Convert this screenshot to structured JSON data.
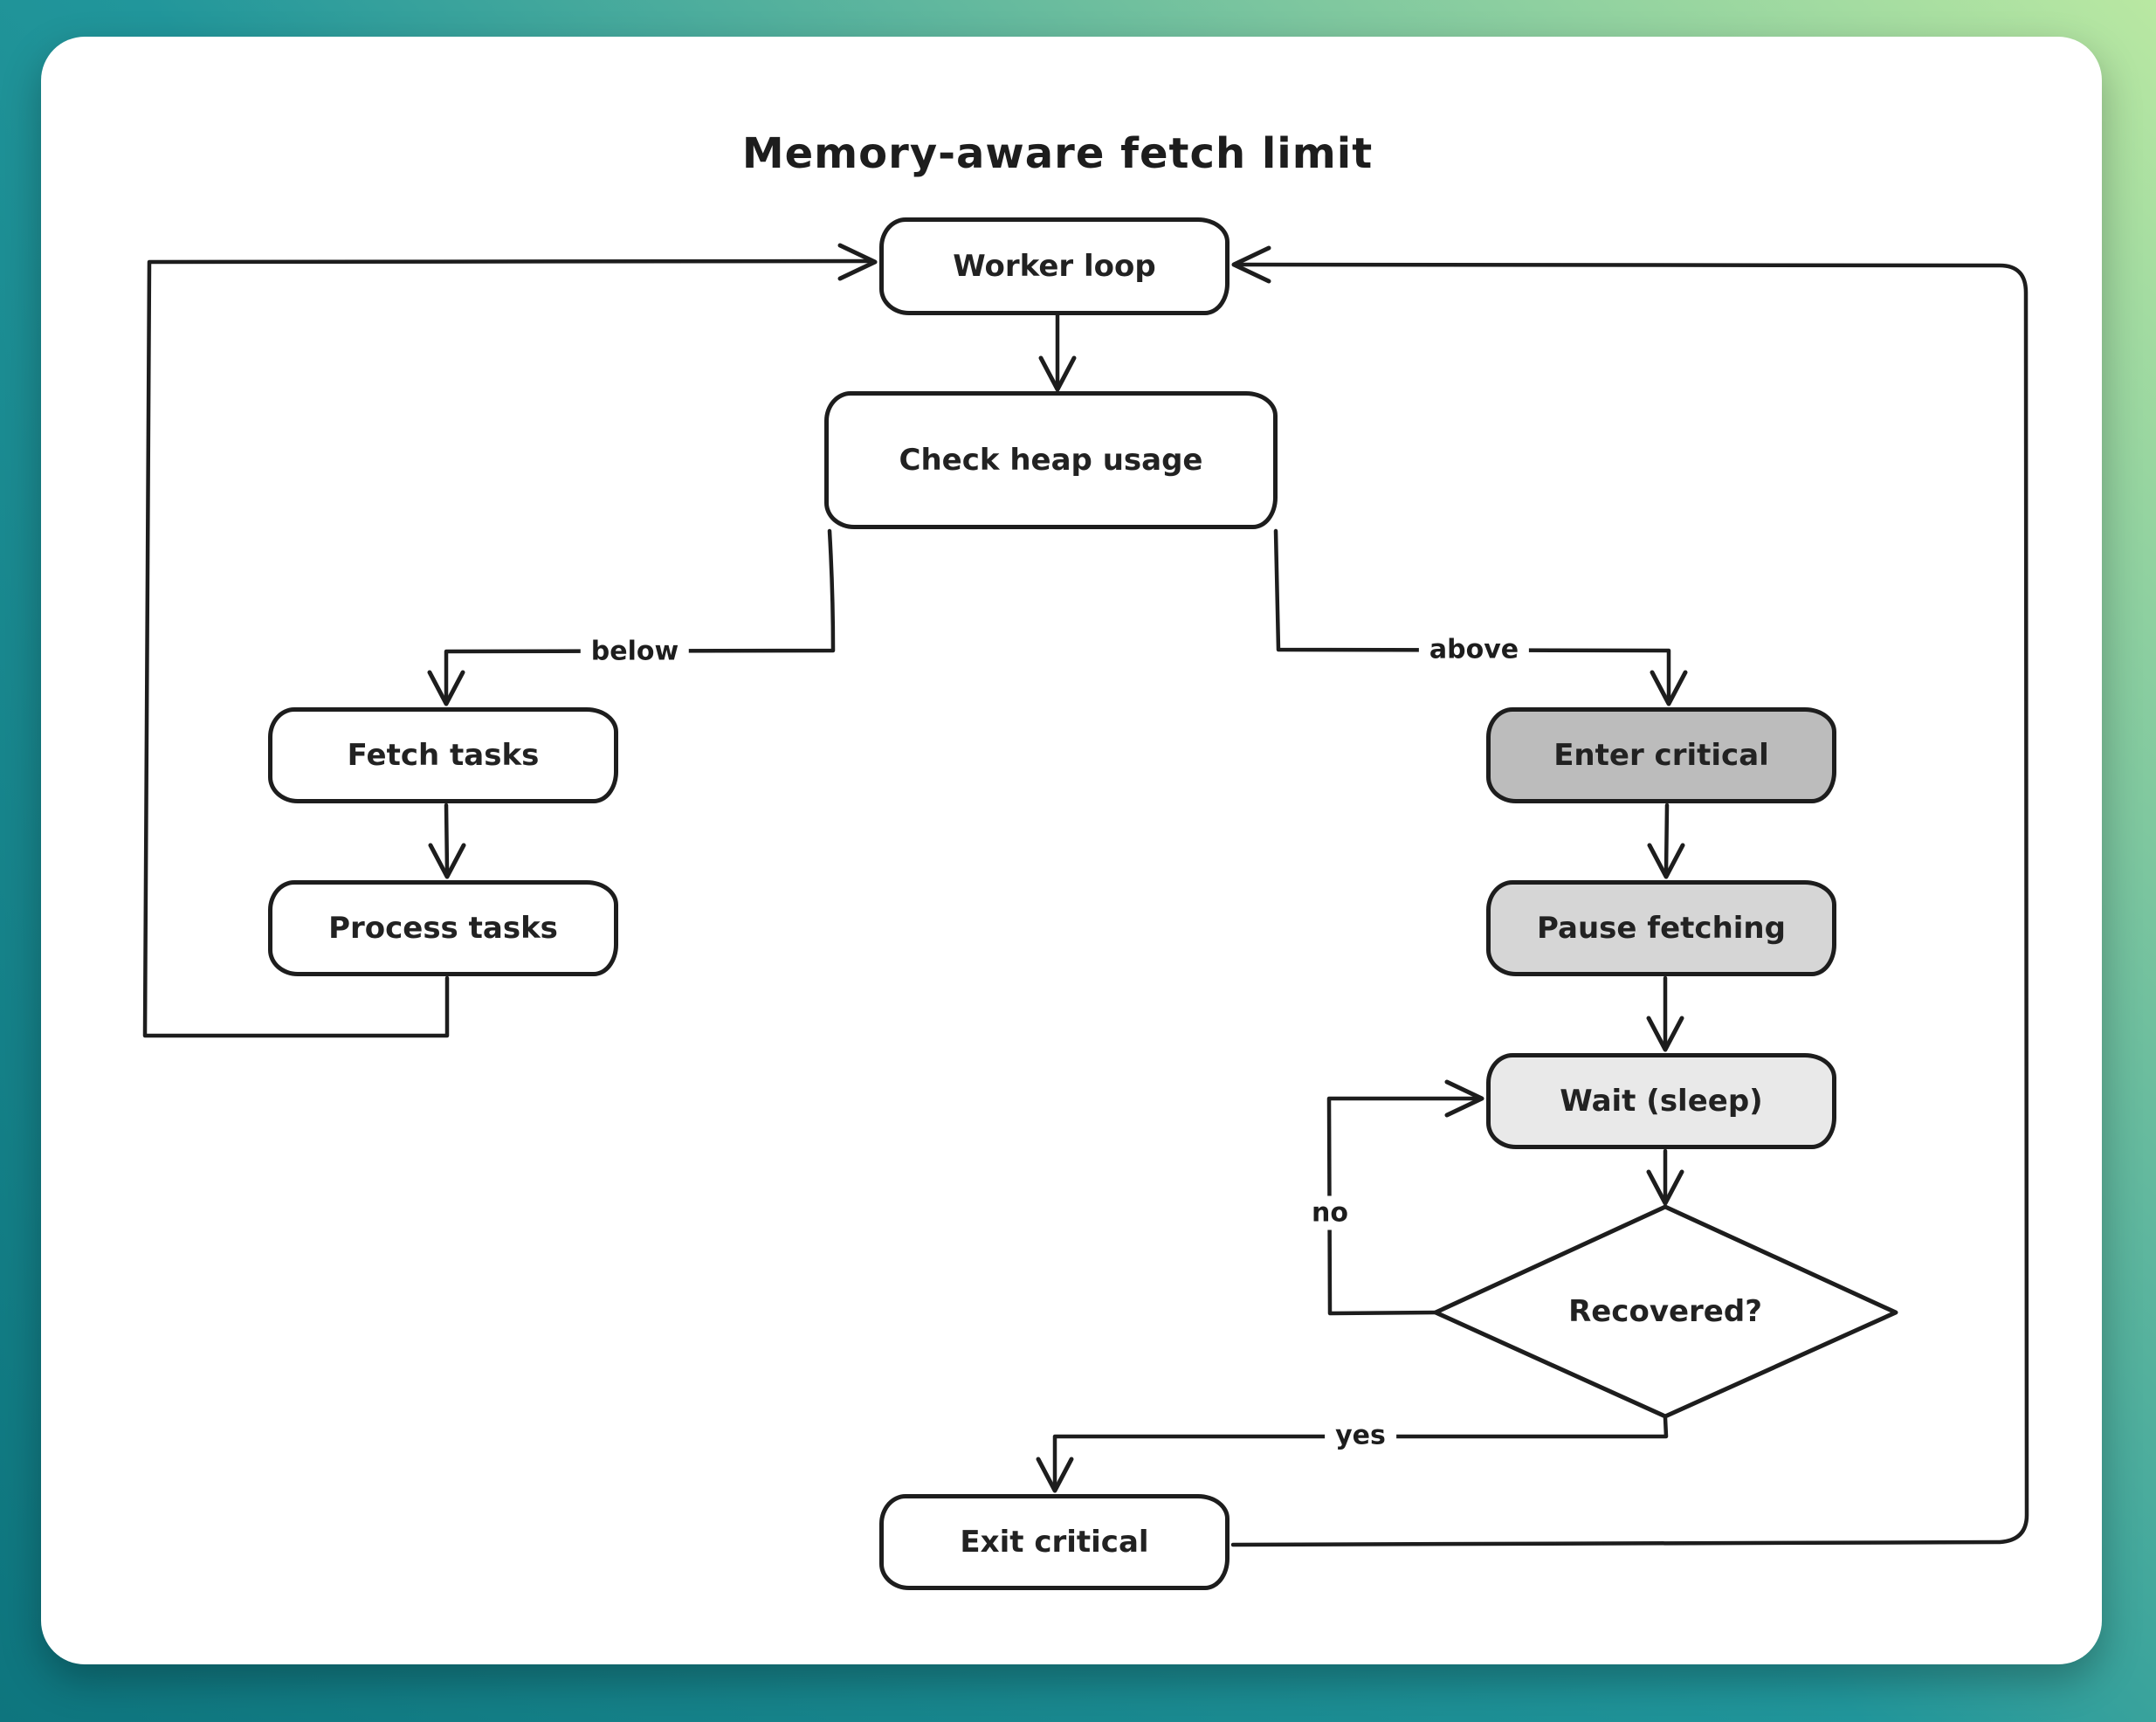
{
  "title": "Memory-aware fetch limit",
  "nodes": {
    "worker_loop": {
      "label": "Worker loop",
      "fill": "#ffffff"
    },
    "check_heap": {
      "label": "Check heap usage",
      "fill": "#ffffff"
    },
    "fetch_tasks": {
      "label": "Fetch tasks",
      "fill": "#ffffff"
    },
    "process_tasks": {
      "label": "Process tasks",
      "fill": "#ffffff"
    },
    "enter_critical": {
      "label": "Enter critical",
      "fill": "#bcbcbc"
    },
    "pause_fetching": {
      "label": "Pause fetching",
      "fill": "#d6d6d6"
    },
    "wait_sleep": {
      "label": "Wait (sleep)",
      "fill": "#e9e9e9"
    },
    "recovered": {
      "label": "Recovered?",
      "fill": "#ffffff"
    },
    "exit_critical": {
      "label": "Exit critical",
      "fill": "#ffffff"
    }
  },
  "edge_labels": {
    "below": "below",
    "above": "above",
    "no": "no",
    "yes": "yes"
  },
  "colors": {
    "stroke": "#1d1d1d",
    "card_background": "#ffffff",
    "background_teal_dark": "#0e757e",
    "background_teal": "#21969b",
    "background_green": "#b9e8a2",
    "enter_critical_fill": "#bcbcbc",
    "pause_fetching_fill": "#d6d6d6",
    "wait_sleep_fill": "#e9e9e9"
  }
}
